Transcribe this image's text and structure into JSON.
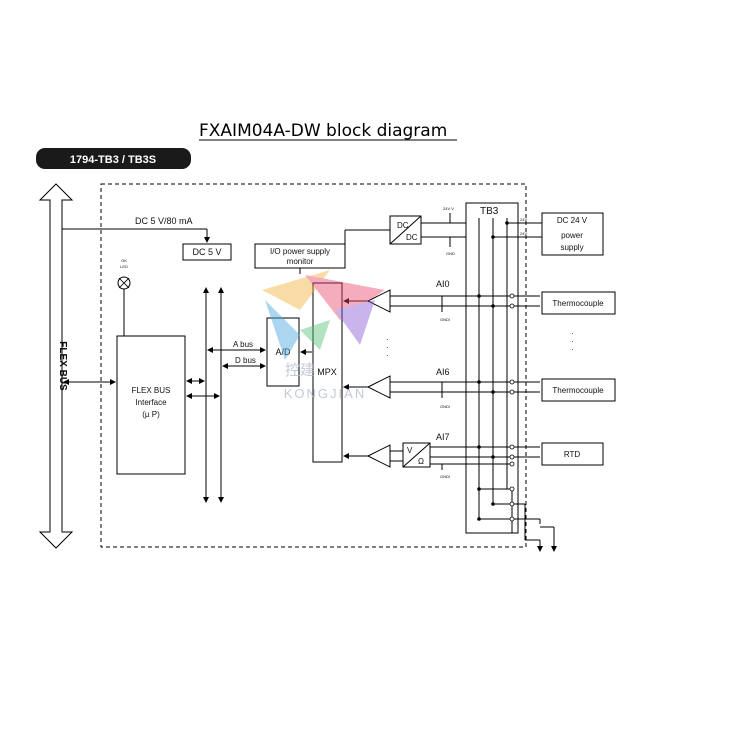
{
  "title": "FXAIM04A-DW block diagram",
  "header_badge": "1794-TB3 / TB3S",
  "flex_bus_label": "FLEX BUS",
  "dc_supply_label": "DC 5 V/80 mA",
  "dc5v_box": "DC 5 V",
  "io_monitor": {
    "line1": "I/O power supply",
    "line2": "monitor"
  },
  "ok_led": {
    "line1": "OK",
    "line2": "LED"
  },
  "flexbus_interface": {
    "line1": "FLEX BUS",
    "line2": "Interface",
    "line3": "(µ P)"
  },
  "abus": "A bus",
  "dbus": "D bus",
  "ad_label": "A/D",
  "mpx_label": "MPX",
  "dcdc": {
    "top": "DC",
    "bottom": "DC"
  },
  "tb3_label": "TB3",
  "small_labels": {
    "v24": "24V V",
    "gnd": "GND",
    "com": "COM",
    "p24v": "24V",
    "n24v": "24V",
    "gndi0": "GNDI",
    "gndi6": "GNDI",
    "gndi7": "GNDI"
  },
  "dc24v_box": {
    "line1": "DC 24 V",
    "line2": "power",
    "line3": "supply"
  },
  "channels": [
    "AI0",
    "AI6",
    "AI7"
  ],
  "thermocouple_labels": [
    "Thermocouple",
    "Thermocouple"
  ],
  "rtd_label": "RTD",
  "vr_box": {
    "v": "V",
    "r": "Ω"
  },
  "ellipsis": "·\n·\n·",
  "watermark": {
    "brand": "KONGJIAN",
    "chars": "控建"
  }
}
